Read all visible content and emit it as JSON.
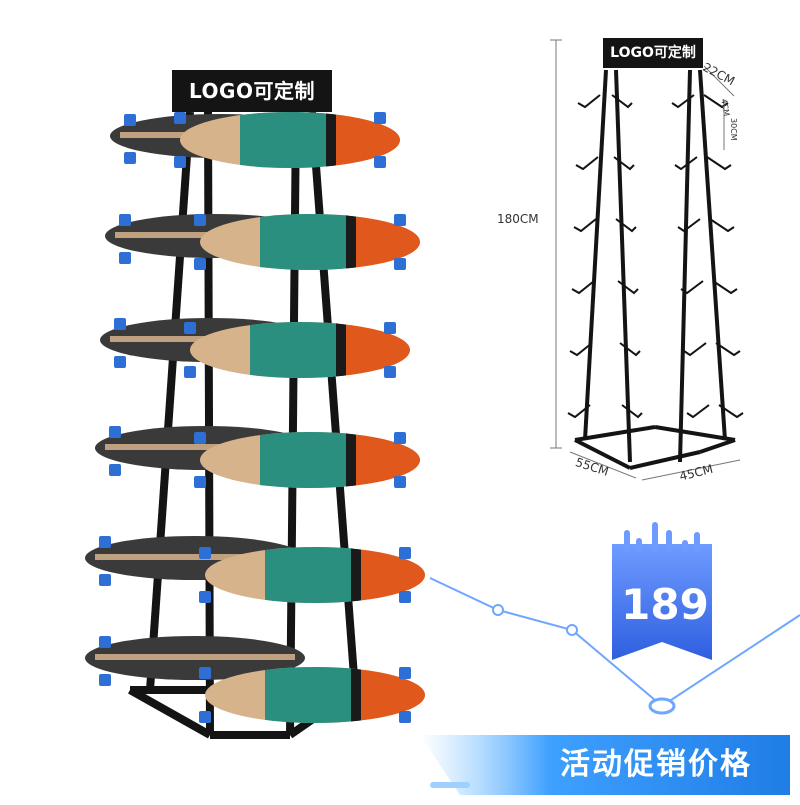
{
  "image": {
    "logo_sign_text": "LOGO可定制",
    "dimensions": {
      "height": "180CM",
      "top_spacing": "22CM",
      "hook_gap": "4CM",
      "hook_length": "30CM",
      "depth": "55CM",
      "width": "45CM"
    },
    "price": "189",
    "promo_text": "活动促销价格",
    "colors": {
      "frame": "#141414",
      "board_teal": "#2a8f7e",
      "board_orange": "#e0581c",
      "board_wood": "#d7b38c",
      "board_dark": "#3a3a3a",
      "wheels": "#2e6fd6",
      "badge": "#3b6fe8",
      "banner": "#2e8df2"
    }
  }
}
